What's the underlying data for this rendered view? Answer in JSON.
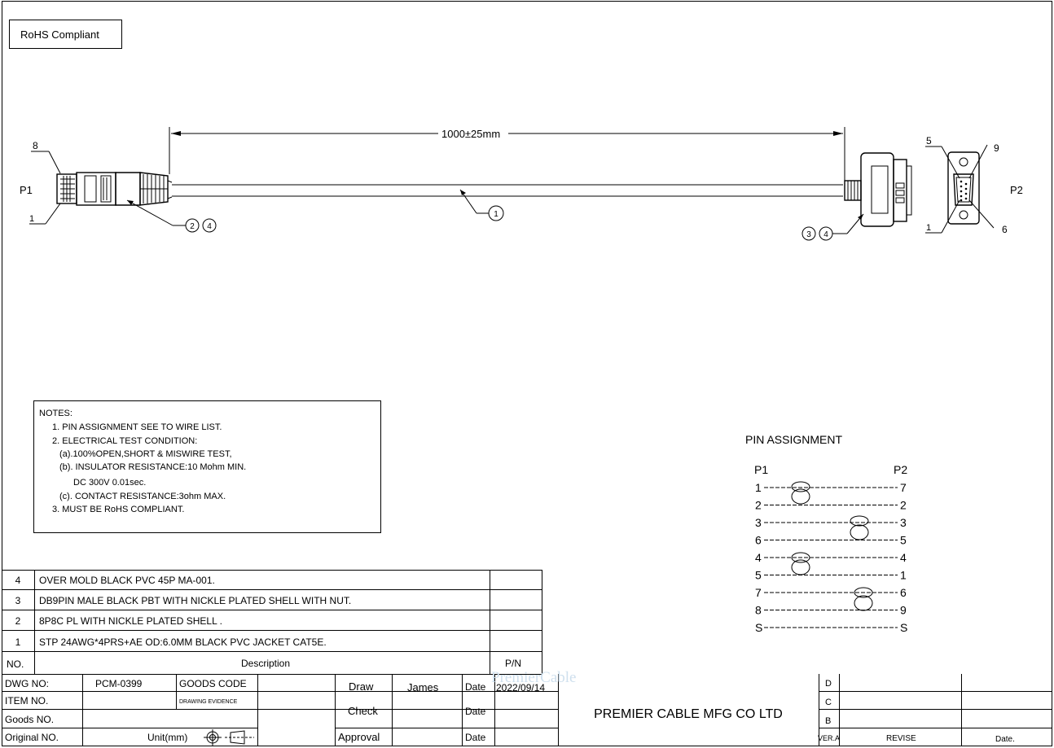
{
  "rohs_badge": "RoHS Compliant",
  "drawing": {
    "p1_label": "P1",
    "p2_label": "P2",
    "p1_pin_top": "8",
    "p1_pin_bottom": "1",
    "p2_pin_top_left": "5",
    "p2_pin_top_right": "9",
    "p2_pin_bottom_left": "1",
    "p2_pin_bottom_right": "6",
    "length_dimension": "1000±25mm",
    "callout_cable": "1",
    "callout_p1": [
      "2",
      "4"
    ],
    "callout_p2": [
      "3",
      "4"
    ]
  },
  "notes": {
    "title": "NOTES:",
    "lines": [
      "1. PIN ASSIGNMENT SEE TO WIRE LIST.",
      "2. ELECTRICAL TEST CONDITION:",
      "(a).100%OPEN,SHORT & MISWIRE TEST,",
      "(b). INSULATOR RESISTANCE:10 Mohm MIN.",
      "DC 300V 0.01sec.",
      "(c). CONTACT RESISTANCE:3ohm MAX.",
      "3. MUST BE RoHS COMPLIANT."
    ]
  },
  "pin_assignment": {
    "title": "PIN  ASSIGNMENT",
    "header_left": "P1",
    "header_right": "P2",
    "rows": [
      {
        "left": "1",
        "right": "7"
      },
      {
        "left": "2",
        "right": "2"
      },
      {
        "left": "3",
        "right": "3"
      },
      {
        "left": "6",
        "right": "5"
      },
      {
        "left": "4",
        "right": "4"
      },
      {
        "left": "5",
        "right": "1"
      },
      {
        "left": "7",
        "right": "6"
      },
      {
        "left": "8",
        "right": "9"
      },
      {
        "left": "S",
        "right": "S"
      }
    ]
  },
  "bom": {
    "rows": [
      {
        "no": "4",
        "description": "OVER MOLD BLACK PVC 45P MA-001.",
        "pn": ""
      },
      {
        "no": "3",
        "description": "DB9PIN MALE  BLACK PBT WITH NICKLE PLATED SHELL WITH NUT.",
        "pn": ""
      },
      {
        "no": "2",
        "description": "8P8C PL   WITH NICKLE PLATED SHELL .",
        "pn": ""
      },
      {
        "no": "1",
        "description": "STP 24AWG*4PRS+AE OD:6.0MM BLACK PVC JACKET CAT5E.",
        "pn": ""
      }
    ],
    "header_no": "NO.",
    "header_description": "Description",
    "header_pn": "P/N"
  },
  "title_block": {
    "dwg_no_label": "DWG NO:",
    "dwg_no": "PCM-0399",
    "goods_code_label": "GOODS CODE",
    "drawing_evidence_label": "DRAWING EVIDENCE",
    "item_no_label": "ITEM NO.",
    "goods_no_label": "Goods NO.",
    "original_no_label": "Original NO.",
    "unit_label": "Unit(mm)",
    "draw_label": "Draw",
    "draw_by": "James",
    "check_label": "Check",
    "approval_label": "Approval",
    "date_label": "Date",
    "draw_date": "2022/09/14",
    "company": "PREMIER CABLE MFG CO LTD",
    "watermark": "PremierCable",
    "rev_letters": [
      "D",
      "C",
      "B"
    ],
    "ver_label": "VER.A",
    "revise_label": "REVISE",
    "date_col_label": "Date."
  }
}
